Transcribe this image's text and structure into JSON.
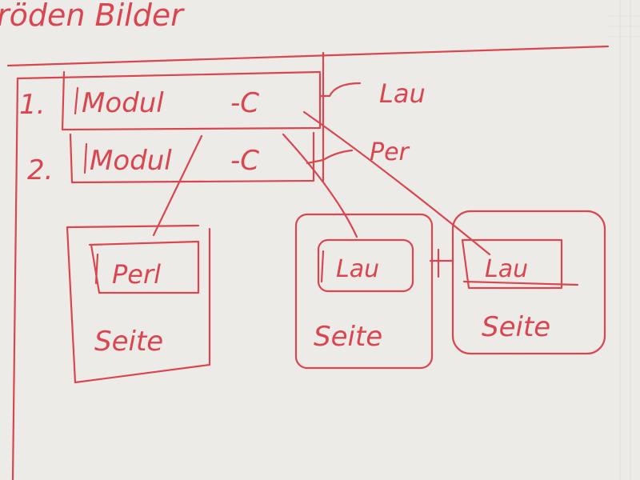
{
  "header": {
    "text": "röden Bilder"
  },
  "rows": [
    {
      "number": "1.",
      "module": "Modul",
      "suffix": "-C",
      "side_label": "Lau"
    },
    {
      "number": "2.",
      "module": "Modul",
      "suffix": "-C",
      "side_label": "Per"
    }
  ],
  "pages": [
    {
      "inner": "Perl",
      "label": "Seite"
    },
    {
      "inner": "Lau",
      "label": "Seite"
    },
    {
      "inner": "Lau",
      "label": "Seite"
    }
  ],
  "colors": {
    "ink": "#d9464f",
    "paper": "#ecebe8"
  }
}
